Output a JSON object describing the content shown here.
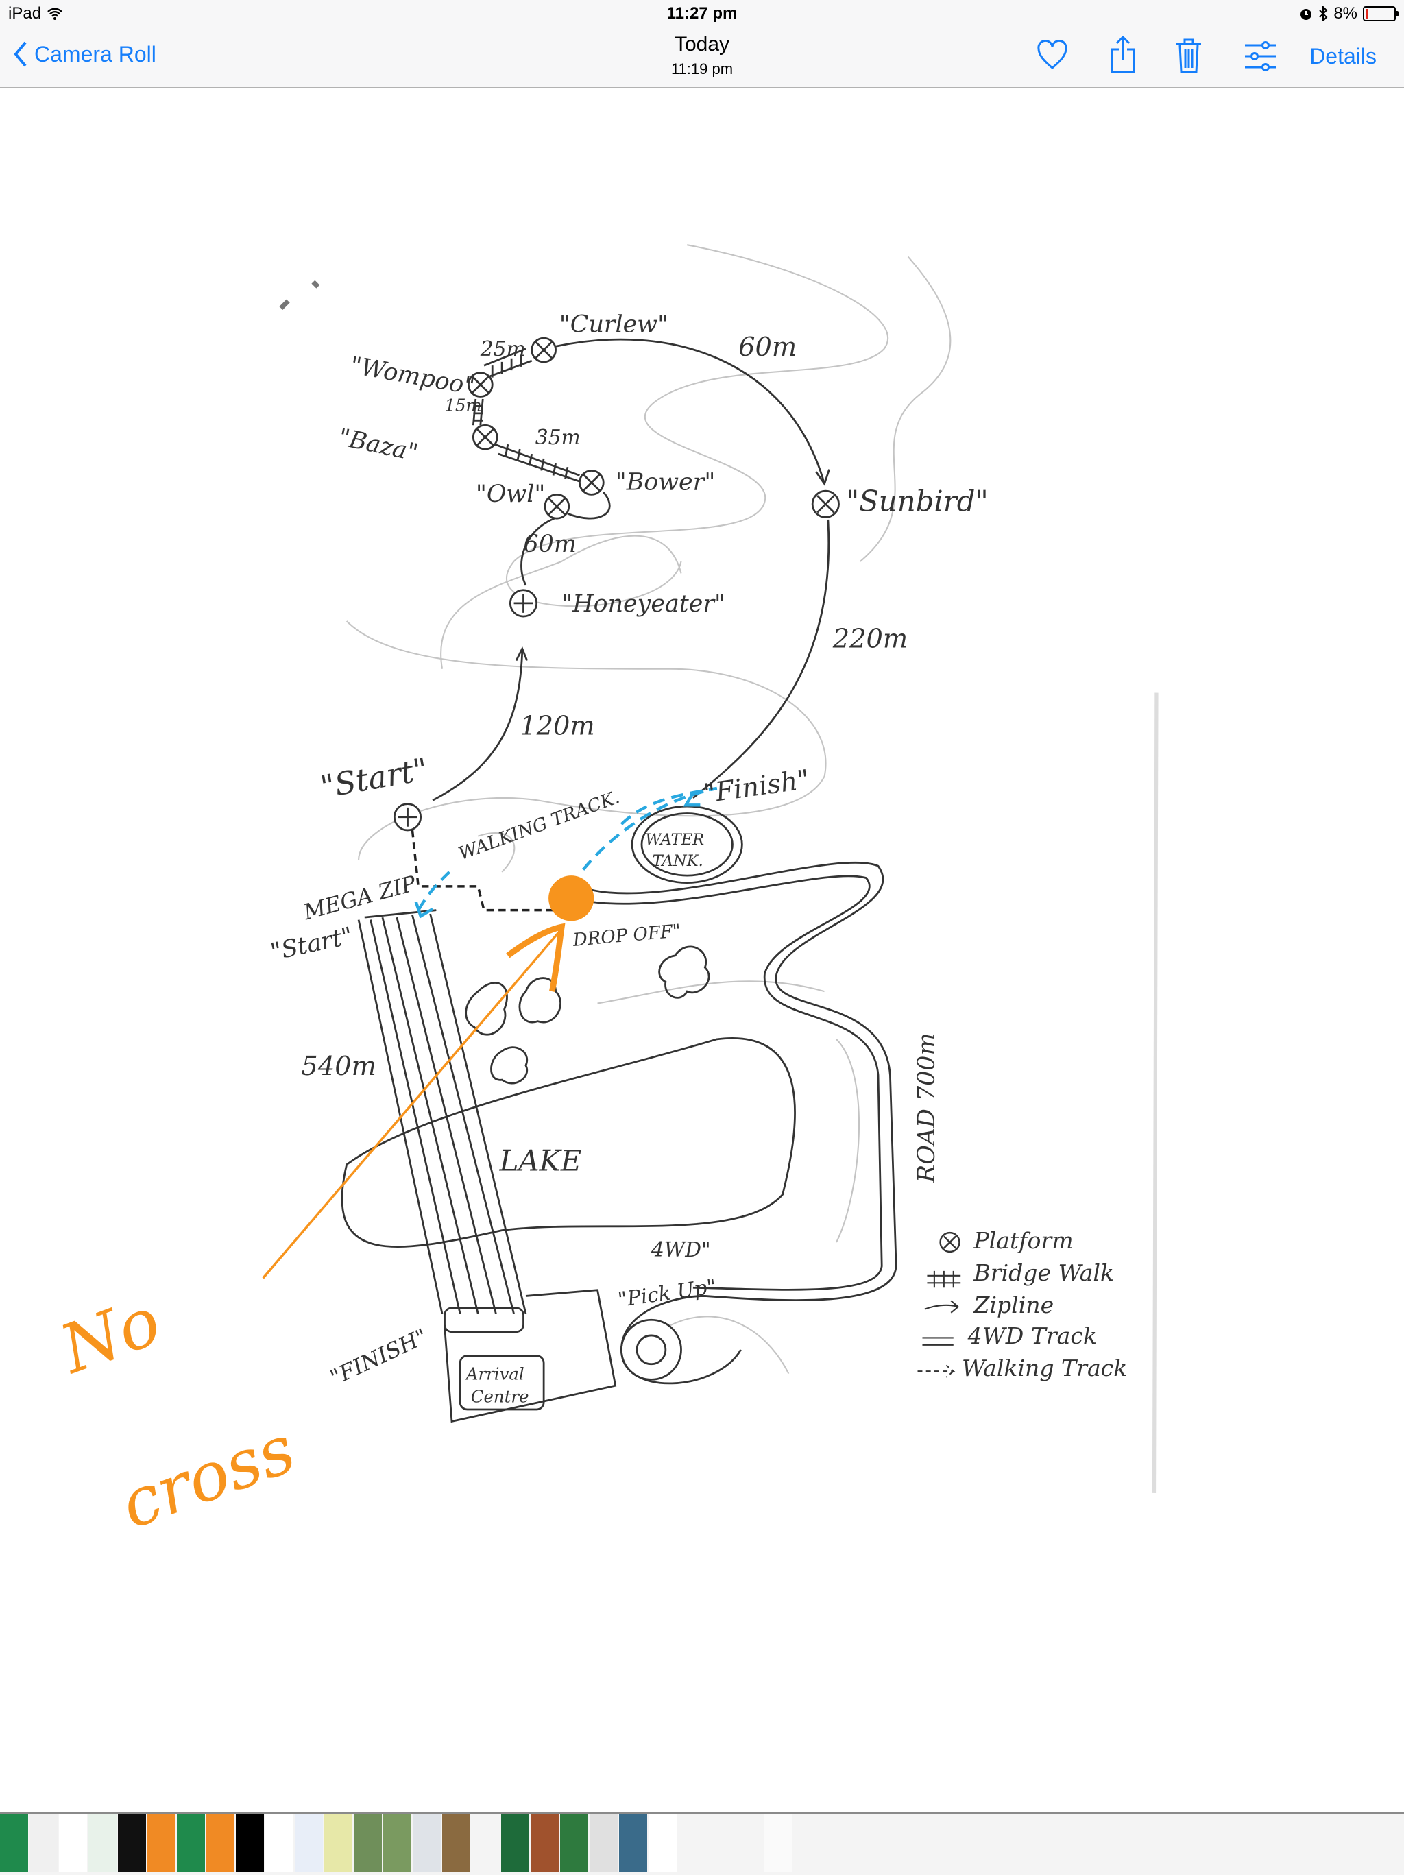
{
  "status_bar": {
    "device": "iPad",
    "time": "11:27 pm",
    "battery": "8%",
    "battery_level": 0.08
  },
  "nav": {
    "back_label": "Camera Roll",
    "title": "Today",
    "subtitle": "11:19 pm",
    "details_label": "Details",
    "icons": [
      "heart-icon",
      "share-icon",
      "trash-icon",
      "sliders-icon"
    ]
  },
  "colors": {
    "accent": "#157efb",
    "annotation_orange": "#f7941d",
    "annotation_blue": "#29a8e0",
    "ink": "#333333"
  },
  "sketch": {
    "platforms": {
      "curlew": "\"Curlew\"",
      "wompoo": "\"Wompoo\"",
      "baza": "\"Baza\"",
      "owl": "\"Owl\"",
      "bower": "\"Bower\"",
      "sunbird": "\"Sunbird\"",
      "honeyeater": "\"Honeyeater\"",
      "start": "\"Start\"",
      "finish": "\"Finish\""
    },
    "distances": {
      "d25": "25m",
      "d15": "15m",
      "d35": "35m",
      "d60a": "60m",
      "d60b": "60m",
      "d220": "220m",
      "d120": "120m",
      "d540": "540m",
      "road": "ROAD 700m"
    },
    "labels": {
      "walking_track": "WALKING TRACK.",
      "water": "WATER",
      "tank": "TANK.",
      "mega_zip": "MEGA ZIP",
      "mega_start": "\"Start\"",
      "drop_off": "DROP OFF\"",
      "lake": "LAKE",
      "fwd": "4WD\"",
      "pickup": "\"Pick Up\"",
      "finish": "\"FINISH\"",
      "arrival": "Arrival",
      "centre": "Centre"
    },
    "legend": [
      "Platform",
      "Bridge Walk",
      "Zipline",
      "4WD Track",
      "Walking Track"
    ],
    "annotation": {
      "line1": "No",
      "line2": "cross"
    }
  },
  "thumbnails": [
    "#1f8a4c",
    "#f0f0f0",
    "#ffffff",
    "#e8f2ea",
    "#111111",
    "#f08a24",
    "#1f8a4c",
    "#f08a24",
    "#000000",
    "#ffffff",
    "#e8eef8",
    "#e7e8a8",
    "#6f8f5a",
    "#7a9a60",
    "#dfe3e8",
    "#8a6a40",
    "#f4f4f4",
    "#1e6b3a",
    "#a0522d",
    "#2e7a3e",
    "#e0e0e0",
    "#3a6b8a",
    "#ffffff",
    "#f4f4f4",
    "#f4f4f4",
    "#fafafa"
  ]
}
